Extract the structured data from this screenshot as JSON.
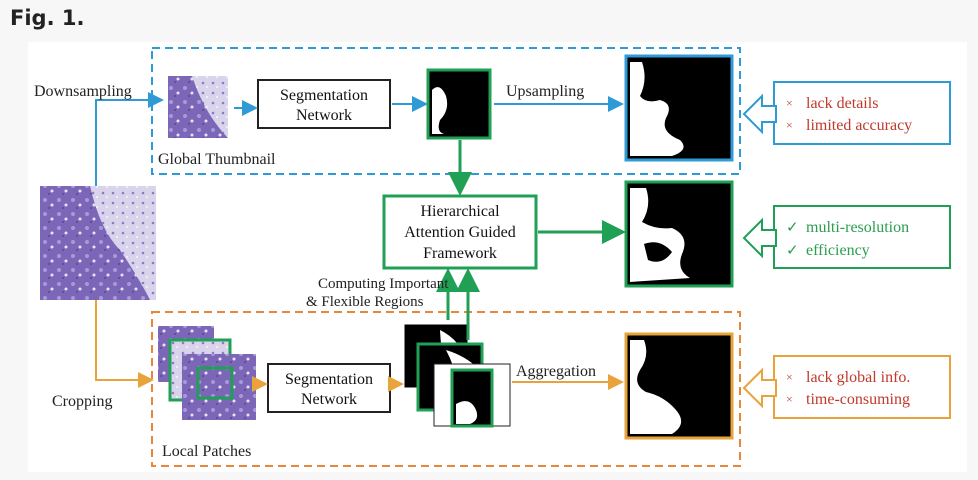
{
  "figure_label": "Fig. 1.",
  "labels": {
    "downsampling": "Downsampling",
    "upsampling": "Upsampling",
    "global_thumbnail": "Global Thumbnail",
    "cropping": "Cropping",
    "local_patches": "Local Patches",
    "aggregation": "Aggregation",
    "computing_line1": "Computing Important",
    "computing_line2": "& Flexible Regions"
  },
  "boxes": {
    "seg_top_line1": "Segmentation",
    "seg_top_line2": "Network",
    "seg_bottom_line1": "Segmentation",
    "seg_bottom_line2": "Network",
    "hag_line1": "Hierarchical",
    "hag_line2": "Attention Guided",
    "hag_line3": "Framework"
  },
  "notes": {
    "top": [
      {
        "mark": "×",
        "text": "lack details"
      },
      {
        "mark": "×",
        "text": "limited accuracy"
      }
    ],
    "middle": [
      {
        "mark": "✓",
        "text": "multi-resolution"
      },
      {
        "mark": "✓",
        "text": "efficiency"
      }
    ],
    "bottom": [
      {
        "mark": "×",
        "text": "lack global info."
      },
      {
        "mark": "×",
        "text": "time-consuming"
      }
    ]
  },
  "colors": {
    "blue": "#2f9bd6",
    "green": "#1fa055",
    "orange": "#e8a33a",
    "dashed_blue": "#2f9bd6",
    "dashed_orange": "#e8863a",
    "red_text": "#c0392b",
    "green_text": "#2a9d4f",
    "tissue": "#7a63b5"
  }
}
